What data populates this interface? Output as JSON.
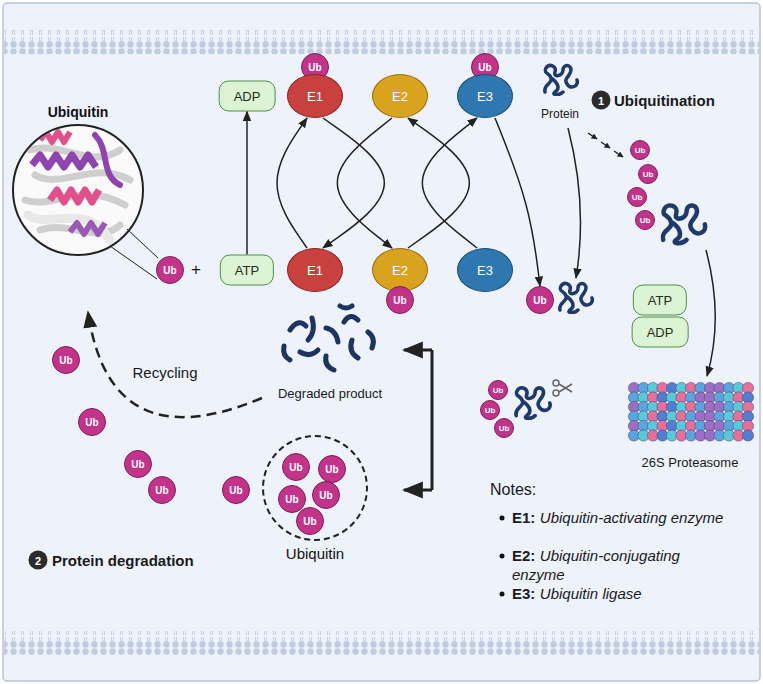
{
  "diagram": {
    "nodes": [
      {
        "text": [
          "Ubiquitin"
        ]
      },
      {
        "text": [
          "ADP"
        ]
      },
      {
        "text": [
          "Ub"
        ]
      },
      {
        "text": [
          "E1"
        ]
      },
      {
        "text": [
          "E2"
        ]
      },
      {
        "text": [
          "Ub"
        ]
      },
      {
        "text": [
          "E3"
        ]
      },
      {
        "text": [
          "Ub"
        ]
      },
      {
        "text": [
          "ATP"
        ]
      },
      {
        "text": [
          "E1"
        ]
      },
      {
        "text": [
          "E2"
        ]
      },
      {
        "text": [
          "Ub"
        ]
      },
      {
        "text": [
          "E3"
        ]
      },
      {
        "text": [
          "Ub"
        ]
      },
      {
        "text": [
          "Ub"
        ]
      },
      {
        "text": [
          "Ub"
        ]
      },
      {
        "text": [
          "Ub"
        ]
      },
      {
        "text": [
          "Ub"
        ]
      },
      {
        "text": [
          "ATP"
        ]
      },
      {
        "text": [
          "ADP"
        ]
      },
      {
        "text": [
          "Ub"
        ]
      },
      {
        "text": [
          "Ub"
        ]
      },
      {
        "text": [
          "Ub"
        ]
      },
      {
        "text": [
          "Ub"
        ]
      },
      {
        "text": [
          "Ub"
        ]
      },
      {
        "text": [
          "Ub"
        ]
      },
      {
        "text": [
          "Ub"
        ]
      },
      {
        "text": [
          "Ub"
        ]
      },
      {
        "text": [
          "Ubiquitin"
        ]
      },
      {
        "text": [
          "Ub"
        ],
        "in": 28
      },
      {
        "text": [
          "Ub"
        ],
        "in": 28
      },
      {
        "text": [
          "Ub"
        ],
        "in": 28
      },
      {
        "text": [
          "Ub"
        ],
        "in": 28
      },
      {
        "text": [
          "Ub"
        ],
        "in": 28
      }
    ],
    "edges": [
      {
        "from": 8,
        "to": 1,
        "arrow": "to"
      },
      {
        "from": 9,
        "to": 3,
        "arrow": "to"
      },
      {
        "from": 3,
        "to": 9,
        "arrow": "to"
      },
      {
        "from": 4,
        "to": 10,
        "arrow": "to"
      },
      {
        "from": 10,
        "to": 4,
        "arrow": "to"
      },
      {
        "from": 12,
        "to": 6,
        "arrow": "to"
      },
      {
        "from": 6,
        "to": 13,
        "arrow": "to"
      }
    ],
    "labels": [
      "Protein",
      "1",
      "Ubiquitination",
      "+",
      "26S Proteasome",
      "Degraded product",
      "Recycling",
      "2",
      "Protein degradation",
      "Notes:",
      "E1:",
      "Ubiquitin-activating enzyme",
      "E2:",
      "Ubiquitin-conjugating enzyme",
      "E3:",
      "Ubiquitin ligase"
    ]
  }
}
